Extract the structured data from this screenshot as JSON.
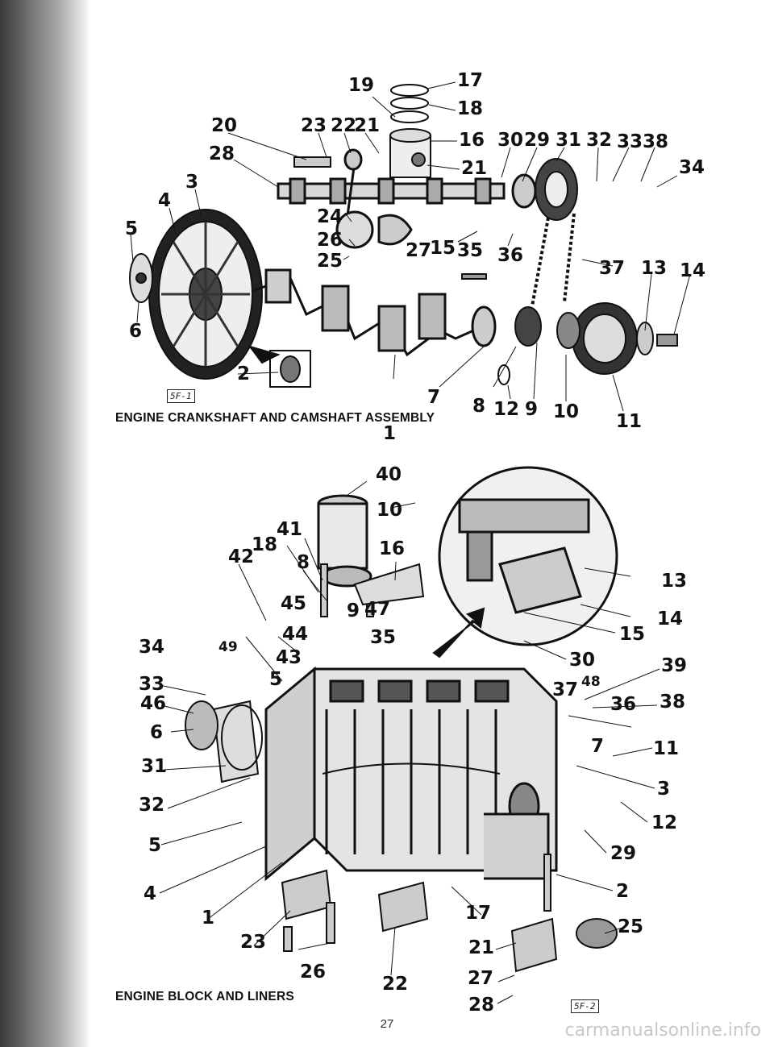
{
  "page": {
    "number": "27",
    "watermark": "carmanualsonline.info"
  },
  "figures": [
    {
      "caption": "ENGINE CRANKSHAFT AND CAMSHAFT ASSEMBLY",
      "ref_tag": "5F-1",
      "callouts": [
        "1",
        "2",
        "3",
        "4",
        "5",
        "6",
        "7",
        "8",
        "9",
        "10",
        "11",
        "12",
        "13",
        "14",
        "15",
        "16",
        "17",
        "18",
        "19",
        "20",
        "21",
        "21",
        "22",
        "23",
        "24",
        "25",
        "26",
        "27",
        "28",
        "29",
        "30",
        "31",
        "32",
        "33",
        "34",
        "35",
        "36",
        "37",
        "38"
      ]
    },
    {
      "caption": "ENGINE BLOCK AND LINERS",
      "ref_tag": "5F-2",
      "callouts": [
        "1",
        "2",
        "3",
        "4",
        "5",
        "5",
        "6",
        "7",
        "8",
        "9",
        "10",
        "11",
        "12",
        "13",
        "14",
        "15",
        "16",
        "17",
        "18",
        "21",
        "22",
        "23",
        "25",
        "26",
        "27",
        "28",
        "29",
        "30",
        "31",
        "32",
        "33",
        "34",
        "35",
        "36",
        "37",
        "38",
        "39",
        "40",
        "41",
        "42",
        "43",
        "44",
        "45",
        "46",
        "47",
        "48",
        "49"
      ]
    }
  ]
}
